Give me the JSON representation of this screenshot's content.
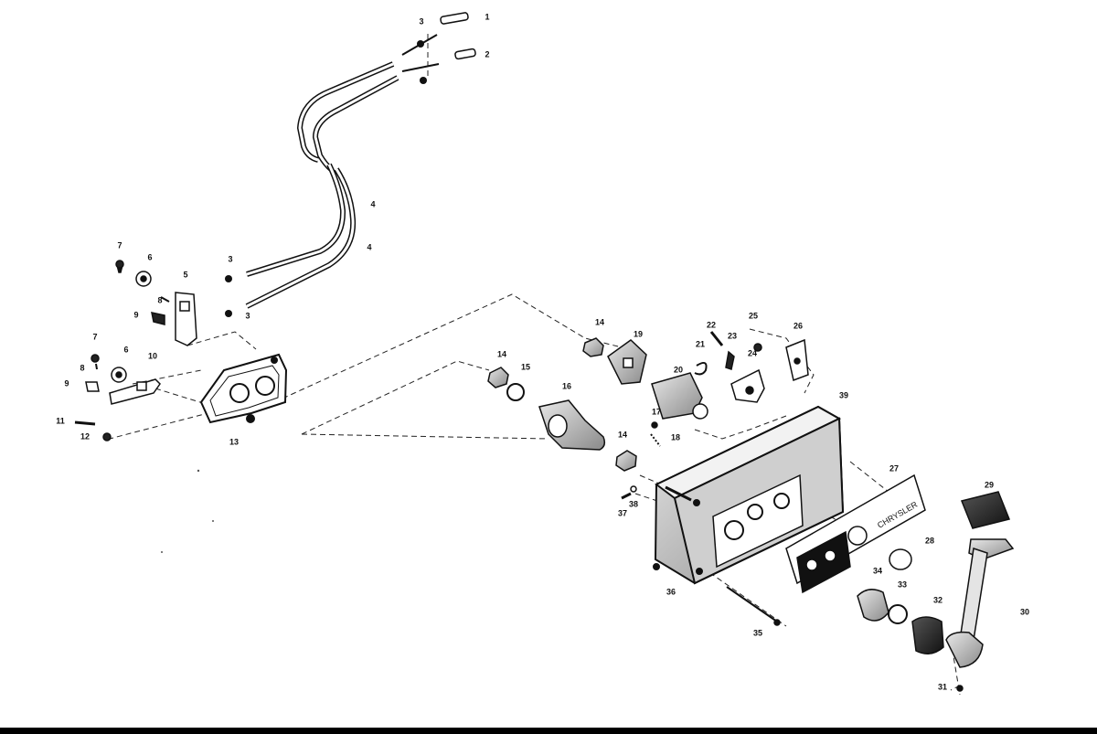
{
  "nameplate_text": "CHRYSLER",
  "callouts": [
    {
      "key": "c1",
      "label": "1",
      "part": "cable-end-fitting"
    },
    {
      "key": "c2",
      "label": "2",
      "part": "cable-end-fitting"
    },
    {
      "key": "c3a",
      "label": "3",
      "part": "nut"
    },
    {
      "key": "c3b",
      "label": "3",
      "part": "nut"
    },
    {
      "key": "c3c",
      "label": "3",
      "part": "nut"
    },
    {
      "key": "c4a",
      "label": "4",
      "part": "control-cable"
    },
    {
      "key": "c4b",
      "label": "4",
      "part": "control-cable"
    },
    {
      "key": "c5",
      "label": "5",
      "part": "throttle-lever"
    },
    {
      "key": "c6a",
      "label": "6",
      "part": "washer"
    },
    {
      "key": "c6b",
      "label": "6",
      "part": "washer"
    },
    {
      "key": "c7a",
      "label": "7",
      "part": "screw"
    },
    {
      "key": "c7b",
      "label": "7",
      "part": "screw"
    },
    {
      "key": "c8a",
      "label": "8",
      "part": "pin"
    },
    {
      "key": "c8b",
      "label": "8",
      "part": "pin"
    },
    {
      "key": "c9a",
      "label": "9",
      "part": "ball-joint"
    },
    {
      "key": "c9b",
      "label": "9",
      "part": "ball-joint"
    },
    {
      "key": "c10",
      "label": "10",
      "part": "shift-lever"
    },
    {
      "key": "c11",
      "label": "11",
      "part": "screw"
    },
    {
      "key": "c12",
      "label": "12",
      "part": "nut"
    },
    {
      "key": "c13",
      "label": "13",
      "part": "cable-anchor-plate"
    },
    {
      "key": "c14a",
      "label": "14",
      "part": "nut"
    },
    {
      "key": "c14b",
      "label": "14",
      "part": "nut"
    },
    {
      "key": "c14c",
      "label": "14",
      "part": "nut"
    },
    {
      "key": "c15",
      "label": "15",
      "part": "washer"
    },
    {
      "key": "c16",
      "label": "16",
      "part": "shaft"
    },
    {
      "key": "c17",
      "label": "17",
      "part": "ball"
    },
    {
      "key": "c18",
      "label": "18",
      "part": "spring"
    },
    {
      "key": "c19",
      "label": "19",
      "part": "cam"
    },
    {
      "key": "c20",
      "label": "20",
      "part": "plunger"
    },
    {
      "key": "c21",
      "label": "21",
      "part": "clip"
    },
    {
      "key": "c22",
      "label": "22",
      "part": "spring"
    },
    {
      "key": "c23",
      "label": "23",
      "part": "screw"
    },
    {
      "key": "c24",
      "label": "24",
      "part": "switch-bracket"
    },
    {
      "key": "c25",
      "label": "25",
      "part": "screw"
    },
    {
      "key": "c26",
      "label": "26",
      "part": "plate"
    },
    {
      "key": "c27",
      "label": "27",
      "part": "nameplate"
    },
    {
      "key": "c28",
      "label": "28",
      "part": "cap"
    },
    {
      "key": "c29",
      "label": "29",
      "part": "handle-grip"
    },
    {
      "key": "c30",
      "label": "30",
      "part": "control-handle"
    },
    {
      "key": "c31",
      "label": "31",
      "part": "screw"
    },
    {
      "key": "c32",
      "label": "32",
      "part": "hub"
    },
    {
      "key": "c33",
      "label": "33",
      "part": "washer"
    },
    {
      "key": "c34",
      "label": "34",
      "part": "hub"
    },
    {
      "key": "c35",
      "label": "35",
      "part": "long-screw"
    },
    {
      "key": "c36",
      "label": "36",
      "part": "control-box-housing"
    },
    {
      "key": "c37",
      "label": "37",
      "part": "screw"
    },
    {
      "key": "c38",
      "label": "38",
      "part": "washer"
    },
    {
      "key": "c39",
      "label": "39",
      "part": "control-box-cover"
    }
  ]
}
